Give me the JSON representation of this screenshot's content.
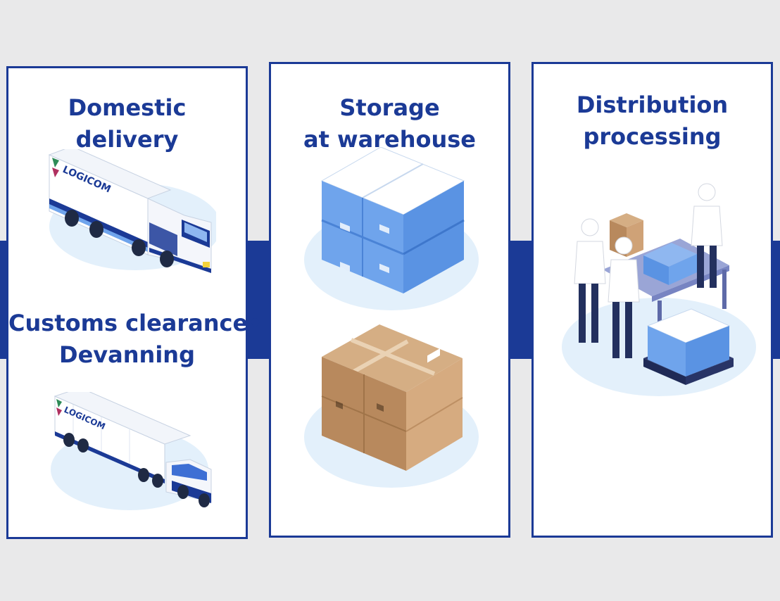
{
  "colors": {
    "brand_blue": "#1b3a96",
    "background": "#e9e9ea",
    "panel": "#ffffff",
    "light_blue_shadow": "#e3f0fb",
    "crate_blue": "#6fa4ec",
    "cardboard": "#c89f76"
  },
  "panels": [
    {
      "sections": [
        {
          "title_lines": [
            "Domestic",
            "delivery"
          ],
          "illustration": "box-truck-icon",
          "brand": "LOGICOM"
        },
        {
          "title_lines": [
            "Customs clearance•",
            "Devanning"
          ],
          "illustration": "trailer-truck-icon",
          "brand": "LOGICOM"
        }
      ]
    },
    {
      "sections": [
        {
          "title_lines": [
            "Storage",
            "at warehouse"
          ],
          "illustration": "blue-crates-icon"
        },
        {
          "illustration": "cardboard-boxes-icon"
        }
      ]
    },
    {
      "sections": [
        {
          "title_lines": [
            "Distribution",
            "processing"
          ],
          "illustration": "workers-at-table-icon"
        }
      ]
    }
  ]
}
